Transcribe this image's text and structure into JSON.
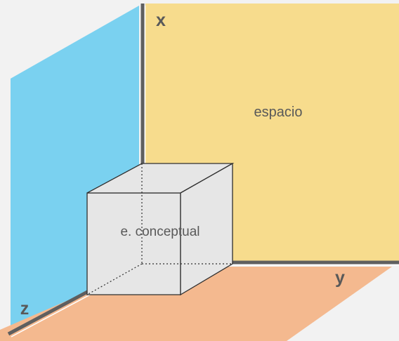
{
  "labels": {
    "axis_x": "x",
    "axis_y": "y",
    "axis_z": "z",
    "space": "espacio",
    "cube": "e. conceptual"
  },
  "colors": {
    "background": "#f2f2f2",
    "plane_zx": "#7ad1f0",
    "plane_xy": "#f7dc8d",
    "plane_floor": "#f4b98f",
    "axis_line": "#5f5f5f",
    "axis_highlight": "#ffffff",
    "cube_fill": "#e6e6e6",
    "cube_edge": "#2f2f2f",
    "label_text": "#595959"
  }
}
